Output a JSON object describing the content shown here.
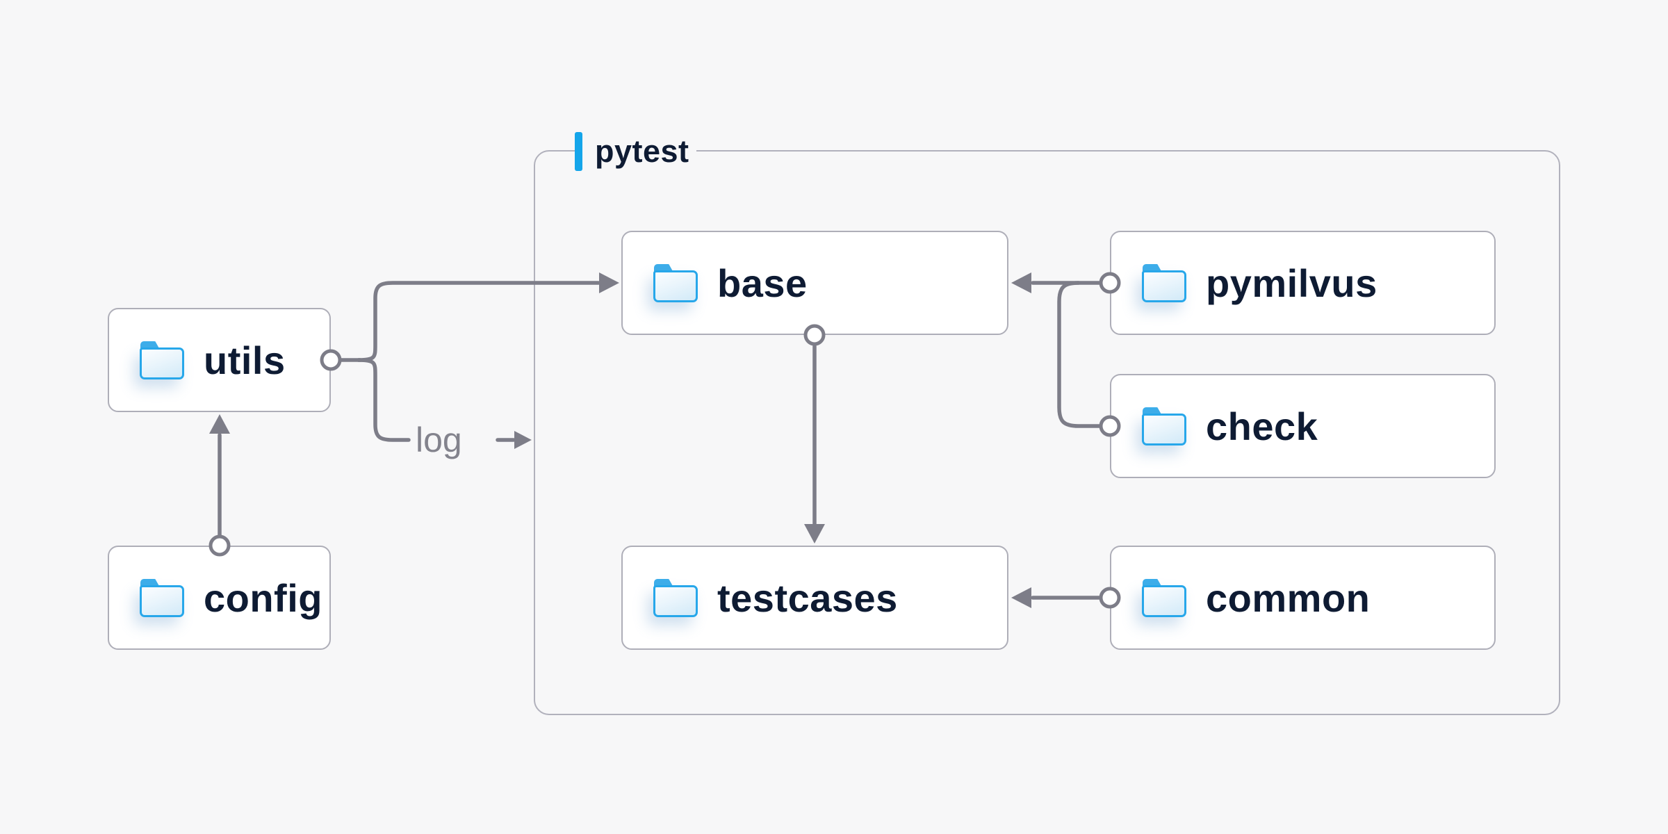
{
  "container": {
    "label": "pytest"
  },
  "nodes": {
    "utils": {
      "label": "utils"
    },
    "config": {
      "label": "config"
    },
    "base": {
      "label": "base"
    },
    "pymilvus": {
      "label": "pymilvus"
    },
    "check": {
      "label": "check"
    },
    "testcases": {
      "label": "testcases"
    },
    "common": {
      "label": "common"
    }
  },
  "edge_label": {
    "text": "log"
  },
  "edges": [
    {
      "from": "utils",
      "to": "base"
    },
    {
      "from": "utils",
      "to": "pytest-container",
      "label": "log"
    },
    {
      "from": "config",
      "to": "utils"
    },
    {
      "from": "base",
      "to": "testcases"
    },
    {
      "from": "pymilvus",
      "to": "base"
    },
    {
      "from": "check",
      "to": "base"
    },
    {
      "from": "common",
      "to": "testcases"
    }
  ],
  "icons": {
    "node_icon": "folder-icon",
    "accent": "blue-accent-bar"
  },
  "colors": {
    "background": "#f7f7f8",
    "node_background": "#ffffff",
    "border_gray": "#aeaeb8",
    "container_border": "#b1b1bc",
    "connector_gray": "#7d7d88",
    "text_navy": "#0e1b33",
    "edge_label_gray": "#83838d",
    "accent_blue": "#14a5ea",
    "folder_blue": "#27a7ea"
  }
}
